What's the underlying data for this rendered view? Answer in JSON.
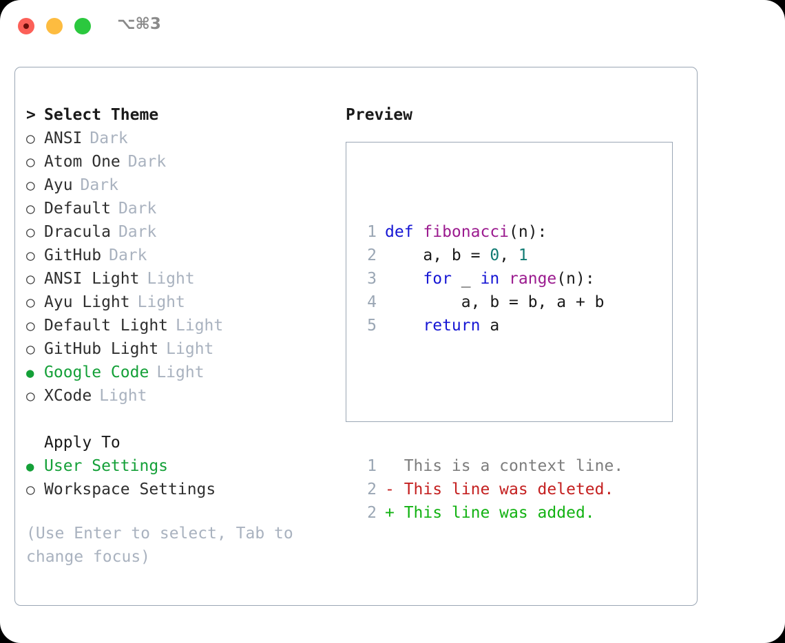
{
  "window": {
    "traffic_lights": [
      "close-red",
      "minimize-yellow",
      "maximize-green"
    ],
    "shortcut_label": "⌥⌘3"
  },
  "theme_picker": {
    "heading": {
      "caret": ">",
      "title": "Select Theme"
    },
    "markers": {
      "selected": "●",
      "unselected": "○"
    },
    "items": [
      {
        "marker": "○",
        "label": "ANSI",
        "tag": "Dark",
        "selected": false
      },
      {
        "marker": "○",
        "label": "Atom One",
        "tag": "Dark",
        "selected": false
      },
      {
        "marker": "○",
        "label": "Ayu",
        "tag": "Dark",
        "selected": false
      },
      {
        "marker": "○",
        "label": "Default",
        "tag": "Dark",
        "selected": false
      },
      {
        "marker": "○",
        "label": "Dracula",
        "tag": "Dark",
        "selected": false
      },
      {
        "marker": "○",
        "label": "GitHub",
        "tag": "Dark",
        "selected": false
      },
      {
        "marker": "○",
        "label": "ANSI Light",
        "tag": "Light",
        "selected": false
      },
      {
        "marker": "○",
        "label": "Ayu Light",
        "tag": "Light",
        "selected": false
      },
      {
        "marker": "○",
        "label": "Default Light",
        "tag": "Light",
        "selected": false
      },
      {
        "marker": "○",
        "label": "GitHub Light",
        "tag": "Light",
        "selected": false
      },
      {
        "marker": "●",
        "label": "Google Code",
        "tag": "Light",
        "selected": true
      },
      {
        "marker": "○",
        "label": "XCode",
        "tag": "Light",
        "selected": false
      }
    ]
  },
  "apply_to": {
    "heading": "Apply To",
    "items": [
      {
        "marker": "●",
        "label": "User Settings",
        "selected": true
      },
      {
        "marker": "○",
        "label": "Workspace Settings",
        "selected": false
      }
    ]
  },
  "hint": "(Use Enter to select, Tab to change focus)",
  "preview": {
    "title": "Preview",
    "code_lines": [
      {
        "no": "1",
        "tokens": [
          {
            "t": "def ",
            "c": "kw"
          },
          {
            "t": "fibonacci",
            "c": "fn"
          },
          {
            "t": "(n):",
            "c": "plain"
          }
        ]
      },
      {
        "no": "2",
        "tokens": [
          {
            "t": "    a, b = ",
            "c": "plain"
          },
          {
            "t": "0",
            "c": "num"
          },
          {
            "t": ", ",
            "c": "plain"
          },
          {
            "t": "1",
            "c": "num"
          }
        ]
      },
      {
        "no": "3",
        "tokens": [
          {
            "t": "    ",
            "c": "plain"
          },
          {
            "t": "for",
            "c": "kw"
          },
          {
            "t": " _ ",
            "c": "plain"
          },
          {
            "t": "in",
            "c": "kw"
          },
          {
            "t": " ",
            "c": "plain"
          },
          {
            "t": "range",
            "c": "fn"
          },
          {
            "t": "(n):",
            "c": "plain"
          }
        ]
      },
      {
        "no": "4",
        "tokens": [
          {
            "t": "        a, b = b, a + b",
            "c": "plain"
          }
        ]
      },
      {
        "no": "5",
        "tokens": [
          {
            "t": "    ",
            "c": "plain"
          },
          {
            "t": "return",
            "c": "kw"
          },
          {
            "t": " a",
            "c": "plain"
          }
        ]
      }
    ],
    "diff_lines": [
      {
        "no": "1",
        "text": "  This is a context line.",
        "kind": "ctx"
      },
      {
        "no": "2",
        "text": "- This line was deleted.",
        "kind": "del"
      },
      {
        "no": "2",
        "text": "+ This line was added.",
        "kind": "add"
      }
    ]
  },
  "colors": {
    "accent_green": "#14a038",
    "muted": "#a9b2bf",
    "border": "#9aa6b4",
    "keyword": "#1616d4",
    "function": "#9b1b8f",
    "number": "#0f7a72",
    "diff_added": "#12b212",
    "diff_deleted": "#c42020",
    "context": "#7d7d7d"
  }
}
